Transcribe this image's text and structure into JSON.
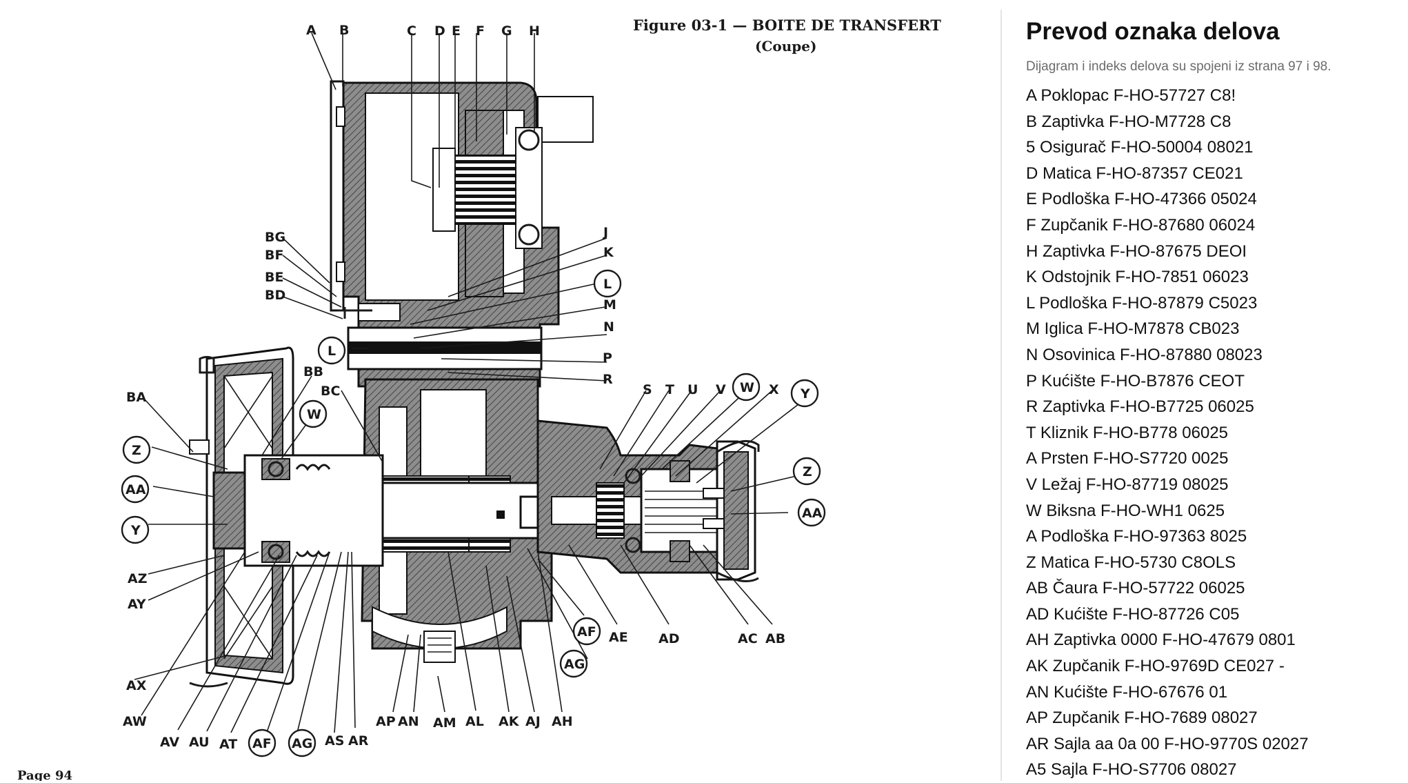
{
  "figure": {
    "caption_line1": "Figure 03-1 — BOITE DE TRANSFERT",
    "caption_line2": "(Coupe)",
    "page_number": "Page 94",
    "labels": {
      "A": "A",
      "B": "B",
      "C": "C",
      "D": "D",
      "E": "E",
      "F": "F",
      "G": "G",
      "H": "H",
      "BG": "BG",
      "BF": "BF",
      "BE": "BE",
      "BD": "BD",
      "J": "J",
      "K": "K",
      "L": "L",
      "M": "M",
      "N": "N",
      "P": "P",
      "R": "R",
      "L2": "L",
      "BB": "BB",
      "BA": "BA",
      "BC": "BC",
      "W": "W",
      "Z": "Z",
      "AA": "AA",
      "Y": "Y",
      "S": "S",
      "T": "T",
      "U": "U",
      "V": "V",
      "W2": "W",
      "X": "X",
      "Y2": "Y",
      "Z2": "Z",
      "AA2": "AA",
      "AZ": "AZ",
      "AY": "AY",
      "AX": "AX",
      "AW": "AW",
      "AV": "AV",
      "AU": "AU",
      "AT": "AT",
      "AF": "AF",
      "AG": "AG",
      "AS": "AS",
      "AR": "AR",
      "AP": "AP",
      "AN": "AN",
      "AM": "AM",
      "AL": "AL",
      "AK": "AK",
      "AJ": "AJ",
      "AH": "AH",
      "AF2": "AF",
      "AG2": "AG",
      "AE": "AE",
      "AD": "AD",
      "AC": "AC",
      "AB": "AB"
    }
  },
  "panel": {
    "title": "Prevod oznaka delova",
    "subtitle": "Dijagram i indeks delova su spojeni iz strana 97 i 98.",
    "parts": [
      "A Poklopac F-HO-57727 C8!",
      "B Zaptivka F-HO-M7728 C8",
      "5 Osigurač F-HO-50004 08021",
      "D Matica F-HO-87357 CE021",
      "E Podloška F-HO-47366 05024",
      "F Zupčanik F-HO-87680 06024",
      "H Zaptivka F-HO-87675 DEOI",
      "K Odstojnik F-HO-7851 06023",
      "L Podloška F-HO-87879 C5023",
      "M Iglica F-HO-M7878 CB023",
      "N Osovinica F-HO-87880 08023",
      "P Kućište F-HO-B7876 CEOT",
      "R Zaptivka F-HO-B7725 06025",
      "T Kliznik F-HO-B778 06025",
      "A Prsten F-HO-S7720 0025",
      "V Ležaj F-HO-87719 08025",
      "W Biksna F-HO-WH1 0625",
      "A Podloška F-HO-97363 8025",
      "Z Matica F-HO-5730 C8OLS",
      "AB Čaura F-HO-57722 06025",
      "AD Kućište F-HO-87726 C05",
      "AH Zaptivka 0000 F-HO-47679 0801",
      "AK Zupčanik F-HO-9769D CE027 -",
      "AN Kućište F-HO-67676 01",
      "AP Zupčanik F-HO-7689 08027",
      "AR Sajla aa 0a 00 F-HO-9770S 02027",
      "A5 Sajla F-HO-S7706 08027"
    ]
  }
}
